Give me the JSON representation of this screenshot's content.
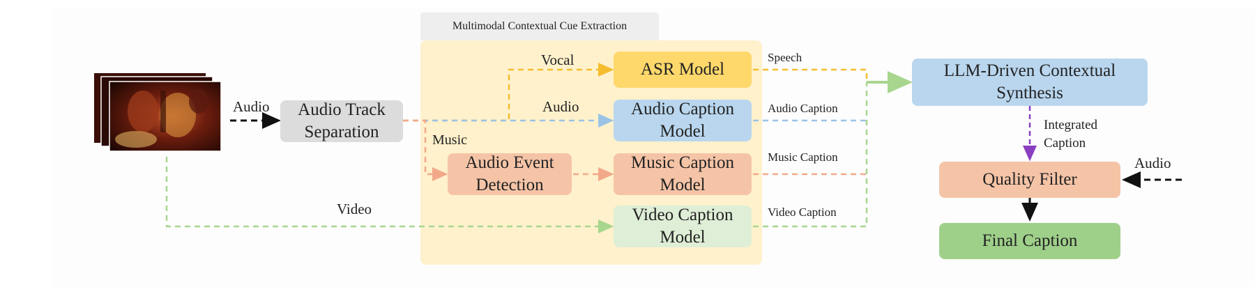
{
  "region": {
    "title": "Multimodal Contextual Cue Extraction"
  },
  "nodes": {
    "separation": "Audio Track\nSeparation",
    "asr": "ASR Model",
    "audio_caption": "Audio Caption\nModel",
    "event_detection": "Audio Event\nDetection",
    "music_caption": "Music Caption\nModel",
    "video_caption": "Video Caption\nModel",
    "llm": "LLM-Driven Contextual\nSynthesis",
    "quality": "Quality Filter",
    "final": "Final Caption"
  },
  "labels": {
    "audio_in": "Audio",
    "vocal": "Vocal",
    "audio_mid": "Audio",
    "music": "Music",
    "video": "Video",
    "speech": "Speech",
    "audio_caption_out": "Audio Caption",
    "music_caption_out": "Music Caption",
    "video_caption_out": "Video Caption",
    "integrated": "Integrated\nCaption",
    "audio_right": "Audio"
  },
  "colors": {
    "vocal_edge": "#f5bd2e",
    "audio_edge": "#9cc3e6",
    "music_edge": "#f2a98a",
    "video_edge": "#a8d68f",
    "merge_edge": "#a8d68f",
    "integrated_edge": "#8a3fc0",
    "black_edge": "#111111"
  }
}
